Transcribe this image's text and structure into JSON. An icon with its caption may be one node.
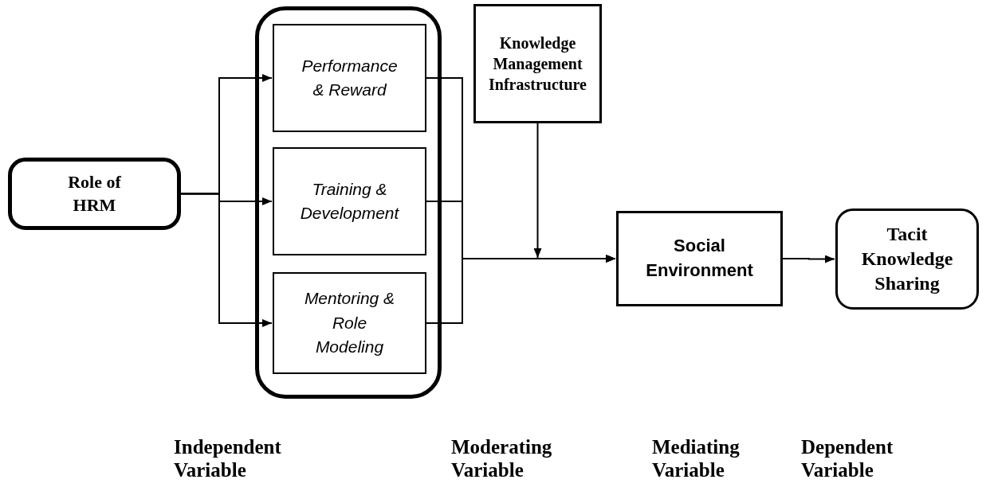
{
  "diagram": {
    "nodes": [
      {
        "text": [
          "Role of HRM"
        ]
      },
      {
        "text": [],
        "shape": "box"
      },
      {
        "text": [
          "Performance & Reward"
        ],
        "in": 1
      },
      {
        "text": [
          "Training & Development"
        ],
        "in": 1
      },
      {
        "text": [
          "Mentoring & Role Modeling"
        ],
        "in": 1
      },
      {
        "text": [
          "Knowledge Management Infrastructure"
        ]
      },
      {
        "text": [
          "Social Environment"
        ]
      },
      {
        "text": [
          "Tacit Knowledge Sharing"
        ]
      }
    ],
    "edges": [
      {
        "from": 0,
        "to": 2,
        "arrow": "to"
      },
      {
        "from": 0,
        "to": 3,
        "arrow": "to"
      },
      {
        "from": 0,
        "to": 4,
        "arrow": "to"
      },
      {
        "from": 2,
        "to": 6,
        "arrow": "to"
      },
      {
        "from": 3,
        "to": 6,
        "arrow": "to"
      },
      {
        "from": 4,
        "to": 6,
        "arrow": "to"
      },
      {
        "from": 5,
        "to": null,
        "arrow": "to"
      },
      {
        "from": 6,
        "to": 7,
        "arrow": "to"
      }
    ],
    "labels": [
      "Independent Variable",
      "Moderating Variable",
      "Mediating Variable",
      "Dependent Variable"
    ]
  }
}
